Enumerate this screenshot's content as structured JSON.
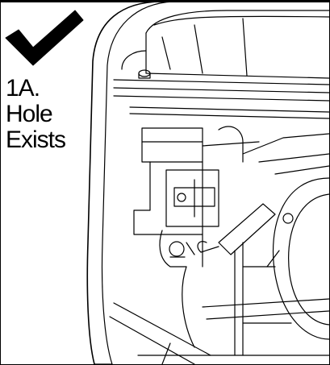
{
  "caption": {
    "step": "1A.",
    "line1": "Hole",
    "line2": "Exists"
  },
  "icon": "checkmark-icon",
  "colors": {
    "ink": "#000000",
    "paper": "#ffffff"
  }
}
